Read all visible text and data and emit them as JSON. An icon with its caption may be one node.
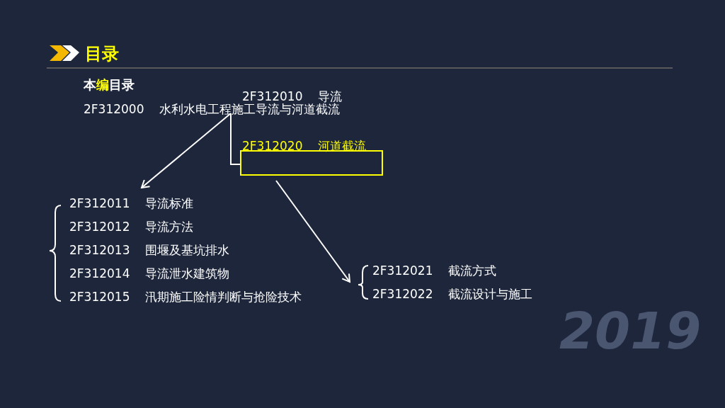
{
  "diagram": {
    "title": "目录",
    "nodes": [
      {
        "text": [
          "2F312000 水利水电工程施工导流与河道截流"
        ]
      },
      {
        "text": [
          "2F312010 导流"
        ]
      },
      {
        "text": [
          "2F312020 河道截流"
        ]
      },
      {
        "text": [],
        "shape": "box"
      },
      {
        "text": [
          "2F312011 导流标准",
          "2F312012 导流方法",
          "2F312013 围堰及基坑排水",
          "2F312014 导流泄水建筑物",
          "2F312015 汛期施工险情判断与抢险技术"
        ]
      },
      {
        "text": [
          "2F312021 截流方式",
          "2F312022 截流设计与施工"
        ]
      }
    ],
    "edges": [
      {
        "from": 0,
        "to": 3,
        "arrow": "none"
      },
      {
        "from": 1,
        "to": 4,
        "arrow": "to"
      },
      {
        "from": 3,
        "to": 5,
        "arrow": "to"
      }
    ],
    "labels": [
      "本编目录",
      "2019"
    ]
  }
}
